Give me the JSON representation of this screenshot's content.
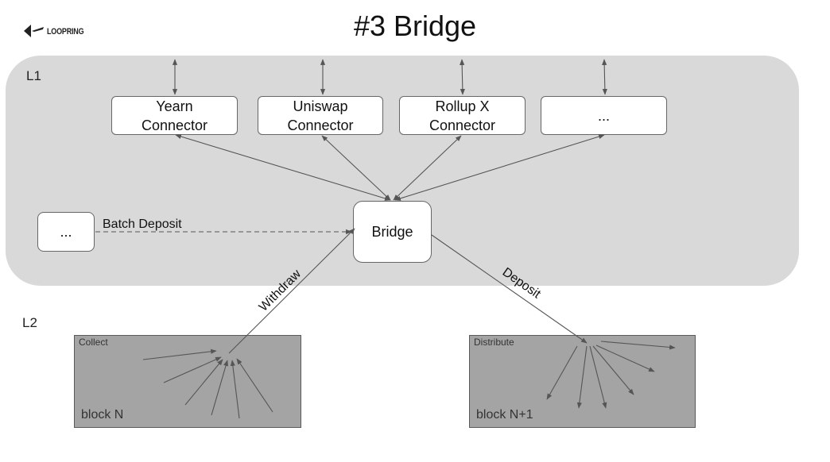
{
  "title": "#3 Bridge",
  "logo": {
    "text": "LOOPRING",
    "icon": "loopring-logo-icon"
  },
  "layers": {
    "l1": "L1",
    "l2": "L2"
  },
  "connectors": [
    {
      "id": "yearn",
      "label": "Yearn\nConnector"
    },
    {
      "id": "uniswap",
      "label": "Uniswap\nConnector"
    },
    {
      "id": "rollupx",
      "label": "Rollup X\nConnector"
    },
    {
      "id": "more",
      "label": "..."
    }
  ],
  "bridge": {
    "label": "Bridge"
  },
  "batch_source": {
    "label": "..."
  },
  "edges": {
    "batch_deposit": "Batch Deposit",
    "withdraw": "Withdraw",
    "deposit": "Deposit"
  },
  "blocks": {
    "collect": {
      "tag": "Collect",
      "name": "block N"
    },
    "distribute": {
      "tag": "Distribute",
      "name": "block N+1"
    }
  },
  "colors": {
    "panel": "#d9d9d9",
    "block": "#a4a4a4",
    "line": "#555555"
  }
}
